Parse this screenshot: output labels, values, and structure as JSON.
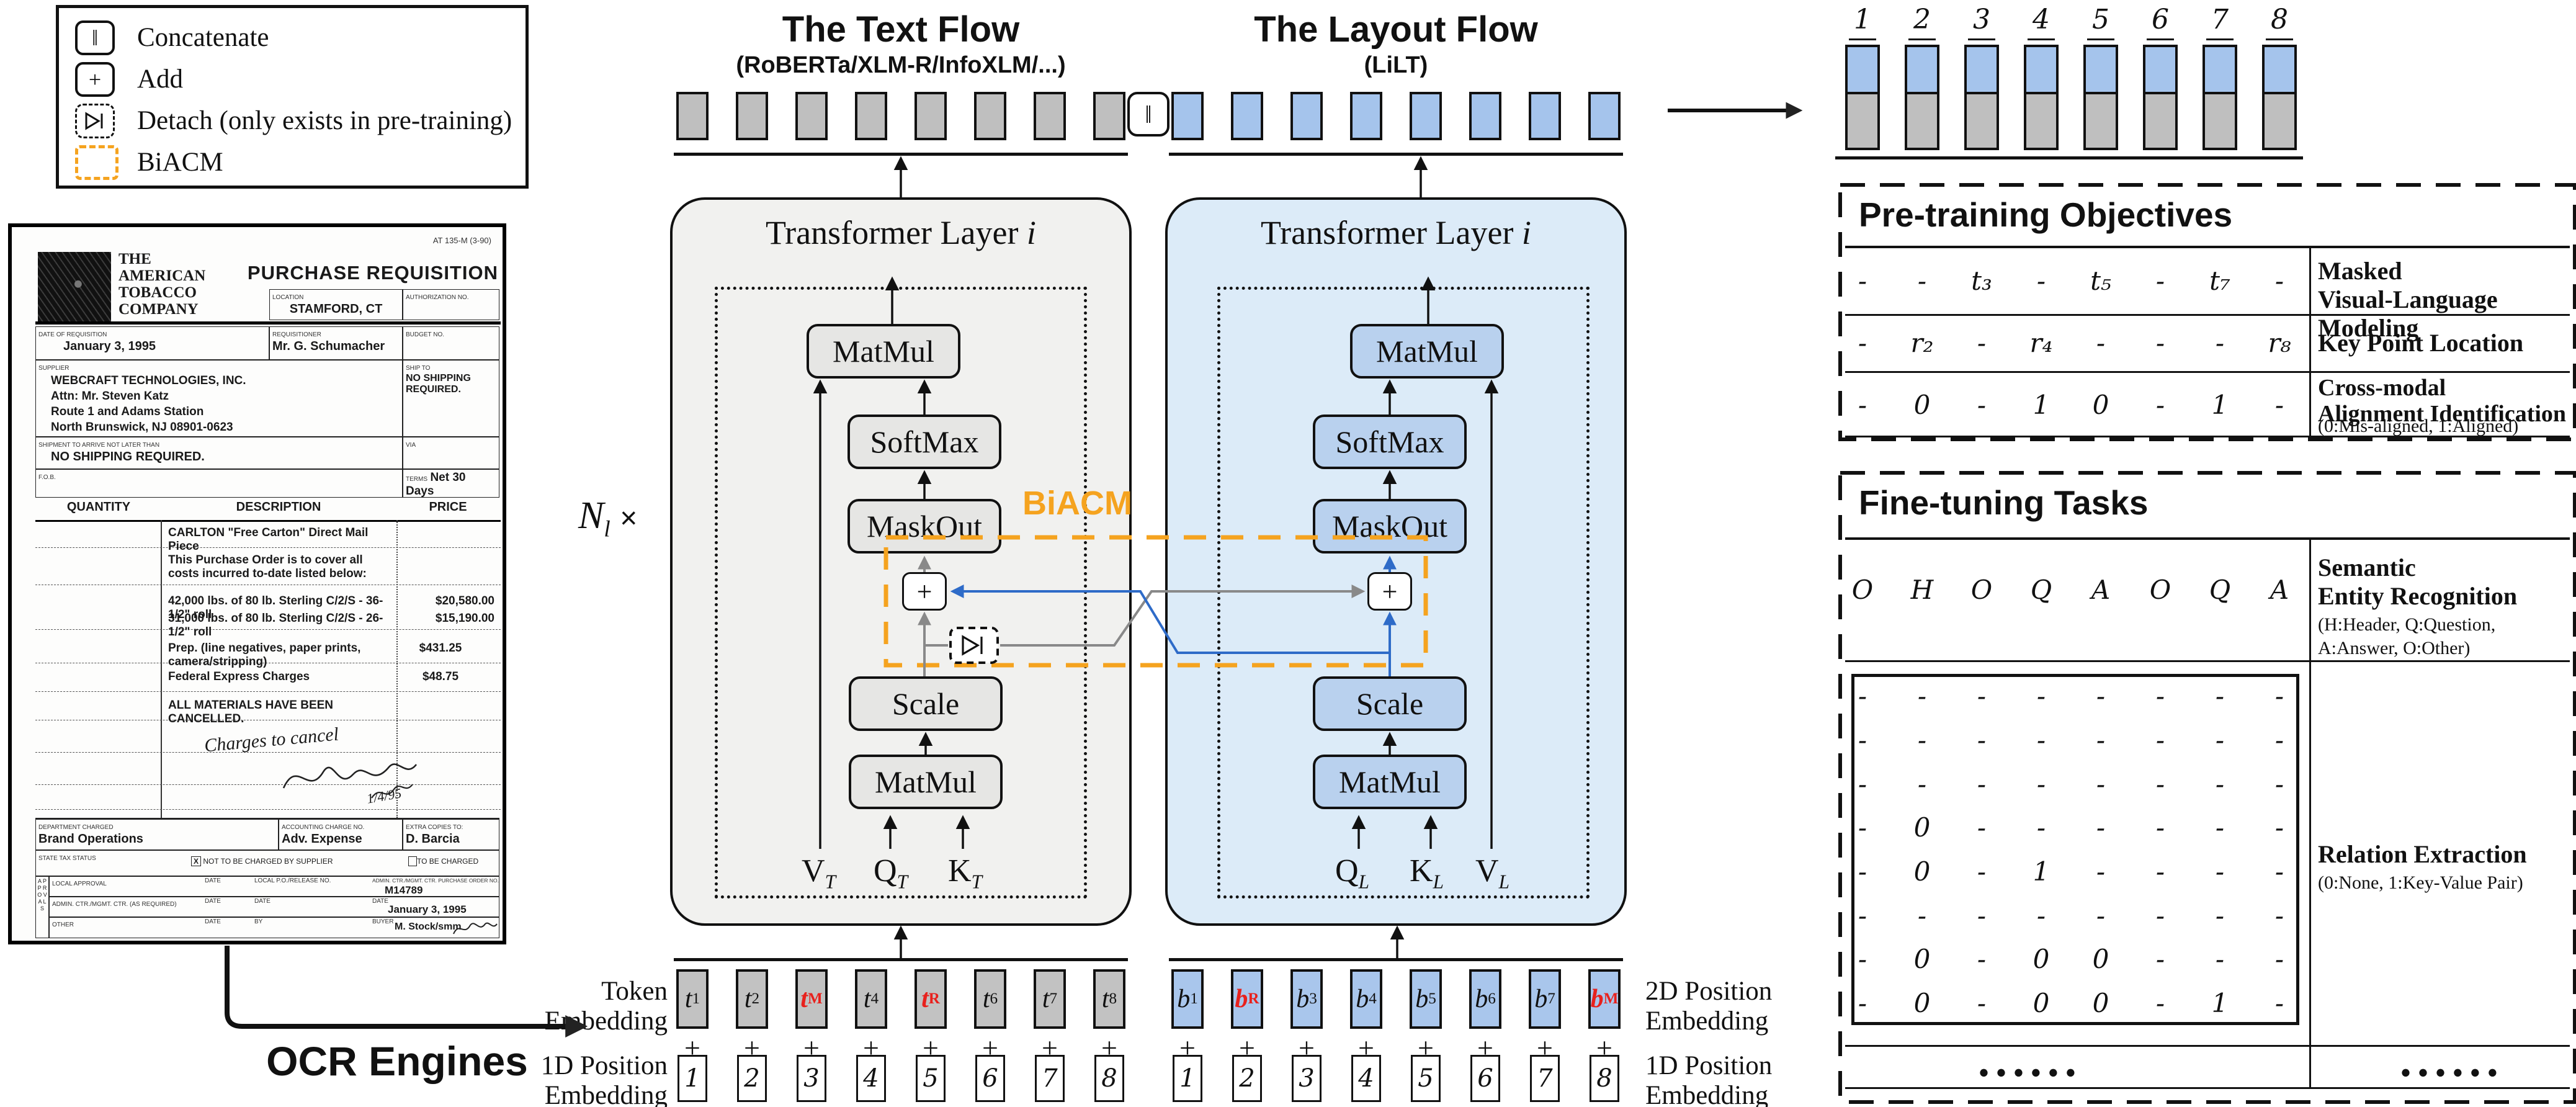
{
  "colors": {
    "accent_orange": "#F5A31F",
    "blue_line": "#2E6BC8",
    "gray_line": "#898989",
    "bar_gray": "#BFBFBF",
    "bar_blue": "#A5C4EC",
    "flow_gray_bg": "#F1F1EF",
    "flow_blue_bg": "#DCEBF8",
    "op_gray": "#E6E6E4",
    "op_blue": "#B9D1EE",
    "token_red": "#E8211D"
  },
  "legend": {
    "items": [
      {
        "icon": "concatenate-icon",
        "symbol": "‖",
        "label": "Concatenate"
      },
      {
        "icon": "add-icon",
        "symbol": "+",
        "label": "Add"
      },
      {
        "icon": "detach-icon",
        "symbol": "▷|",
        "label": "Detach (only exists in pre-training)"
      },
      {
        "icon": "biacm-icon",
        "symbol": "",
        "label": "BiACM"
      }
    ]
  },
  "document": {
    "company_lines": [
      "THE",
      "AMERICAN",
      "TOBACCO",
      "COMPANY"
    ],
    "form_number": "AT 135-M (3-90)",
    "title": "PURCHASE REQUISITION",
    "location_label": "LOCATION",
    "location": "STAMFORD, CT",
    "authorization_label": "AUTHORIZATION NO.",
    "budget_label": "BUDGET NO.",
    "date_label": "DATE OF REQUISITION",
    "date": "January 3, 1995",
    "requisitioner_label": "REQUISITIONER",
    "requisitioner": "Mr. G. Schumacher",
    "supplier_label": "SUPPLIER",
    "supplier_lines": [
      "WEBCRAFT TECHNOLOGIES, INC.",
      "Attn: Mr. Steven Katz",
      "Route 1 and Adams Station",
      "North Brunswick, NJ 08901-0623"
    ],
    "ship_to_label": "SHIP TO",
    "ship_to": "NO SHIPPING REQUIRED.",
    "arrive_label": "SHIPMENT TO ARRIVE NOT LATER THAN",
    "arrive": "NO SHIPPING REQUIRED.",
    "via_label": "VIA",
    "fob_label": "F.O.B.",
    "terms_label": "TERMS",
    "terms": "Net 30 Days",
    "col_quantity": "QUANTITY",
    "col_description": "DESCRIPTION",
    "col_price": "PRICE",
    "items": [
      {
        "desc": "CARLTON \"Free Carton\" Direct Mail Piece",
        "price": ""
      },
      {
        "desc": "This Purchase Order is to cover all costs incurred to-date listed below:",
        "price": ""
      },
      {
        "desc": "42,000 lbs. of 80 lb. Sterling C/2/S - 36-1/2\" roll",
        "price": "$20,580.00"
      },
      {
        "desc": "31,000 lbs. of 80 lb. Sterling C/2/S - 26-1/2\" roll",
        "price": "$15,190.00"
      },
      {
        "desc": "Prep. (line negatives, paper prints, camera/stripping)",
        "price": "$431.25"
      },
      {
        "desc": "Federal Express Charges",
        "price": "$48.75"
      },
      {
        "desc": "ALL MATERIALS HAVE BEEN CANCELLED.",
        "price": ""
      }
    ],
    "handwriting": "Charges to cancel",
    "handwriting_date": "1/4/95",
    "dept_label": "DEPARTMENT CHARGED",
    "dept": "Brand Operations",
    "acct_label": "ACCOUNTING CHARGE NO.",
    "acct": "Adv. Expense",
    "copies_label": "EXTRA COPIES TO:",
    "copies": "D. Barcia",
    "tax_label": "STATE TAX STATUS",
    "tax_x": "X",
    "tax_not_charged": "NOT TO BE CHARGED BY SUPPLIER",
    "tax_to_be": "TO BE CHARGED",
    "approvals_word": "APPROVALS",
    "approval_rows": [
      {
        "c1": "LOCAL APPROVAL",
        "c2": "DATE",
        "c3": "LOCAL P.O./RELEASE NO.",
        "c4": "ADMIN. CTR./MGMT. CTR. PURCHASE ORDER NO.",
        "v4": "M14789"
      },
      {
        "c1": "ADMIN. CTR./MGMT. CTR. (AS REQUIRED)",
        "c2": "DATE",
        "c3": "DATE",
        "c4": "DATE",
        "v4": "January 3, 1995"
      },
      {
        "c1": "OTHER",
        "c2": "DATE",
        "c3": "BY",
        "c4": "BUYER",
        "v4": "M. Stock/smm"
      }
    ]
  },
  "ocr": {
    "label": "OCR Engines"
  },
  "n_layers": {
    "base": "N",
    "sub": "l",
    "times": "×"
  },
  "text_flow": {
    "title": "The Text Flow",
    "subtitle": "(RoBERTa/XLM-R/InfoXLM/...)",
    "layer_title": "Transformer Layer",
    "layer_title_i": "i",
    "matmul_top": "MatMul",
    "softmax": "SoftMax",
    "maskout": "MaskOut",
    "plus": "+",
    "scale": "Scale",
    "matmul_bottom": "MatMul",
    "v": {
      "base": "V",
      "sub": "T"
    },
    "q": {
      "base": "Q",
      "sub": "T"
    },
    "k": {
      "base": "K",
      "sub": "T"
    }
  },
  "layout_flow": {
    "title": "The Layout Flow",
    "subtitle": "(LiLT)",
    "layer_title": "Transformer Layer",
    "layer_title_i": "i",
    "matmul_top": "MatMul",
    "softmax": "SoftMax",
    "maskout": "MaskOut",
    "plus": "+",
    "scale": "Scale",
    "matmul_bottom": "MatMul",
    "q": {
      "base": "Q",
      "sub": "L"
    },
    "k": {
      "base": "K",
      "sub": "L"
    },
    "v": {
      "base": "V",
      "sub": "L"
    }
  },
  "biacm_label": "BiACM",
  "concat_symbol": "‖",
  "embeddings": {
    "token_label_lines": [
      "Token",
      "Embedding"
    ],
    "pos1d_label_lines": [
      "1D Position",
      "Embedding"
    ],
    "pos2d_label_lines": [
      "2D Position",
      "Embedding"
    ],
    "pos1d_right_label_lines": [
      "1D Position",
      "Embedding"
    ],
    "text_tokens": [
      {
        "base": "t",
        "sub": "1",
        "red": false
      },
      {
        "base": "t",
        "sub": "2",
        "red": false
      },
      {
        "base": "t",
        "sub": "M",
        "red": true
      },
      {
        "base": "t",
        "sub": "4",
        "red": false
      },
      {
        "base": "t",
        "sub": "R",
        "red": true
      },
      {
        "base": "t",
        "sub": "6",
        "red": false
      },
      {
        "base": "t",
        "sub": "7",
        "red": false
      },
      {
        "base": "t",
        "sub": "8",
        "red": false
      }
    ],
    "layout_tokens": [
      {
        "base": "b",
        "sub": "1",
        "red": false
      },
      {
        "base": "b",
        "sub": "R",
        "red": true
      },
      {
        "base": "b",
        "sub": "3",
        "red": false
      },
      {
        "base": "b",
        "sub": "4",
        "red": false
      },
      {
        "base": "b",
        "sub": "5",
        "red": false
      },
      {
        "base": "b",
        "sub": "6",
        "red": false
      },
      {
        "base": "b",
        "sub": "7",
        "red": false
      },
      {
        "base": "b",
        "sub": "M",
        "red": true
      }
    ],
    "plus_row": [
      "+",
      "+",
      "+",
      "+",
      "+",
      "+",
      "+",
      "+"
    ],
    "positions": [
      "1",
      "2",
      "3",
      "4",
      "5",
      "6",
      "7",
      "8"
    ]
  },
  "output": {
    "positions": [
      "1",
      "2",
      "3",
      "4",
      "5",
      "6",
      "7",
      "8"
    ]
  },
  "pretraining": {
    "title": "Pre-training Objectives",
    "rows": [
      {
        "values": [
          "-",
          "-",
          "t₃",
          "-",
          "t₅",
          "-",
          "t₇",
          "-"
        ],
        "label_lines": [
          "Masked",
          "Visual-Language Modeling"
        ],
        "note": ""
      },
      {
        "values": [
          "-",
          "r₂",
          "-",
          "r₄",
          "-",
          "-",
          "-",
          "r₈"
        ],
        "label_lines": [
          "Key Point Location"
        ],
        "note": ""
      },
      {
        "values": [
          "-",
          "0",
          "-",
          "1",
          "0",
          "-",
          "1",
          "-"
        ],
        "label_lines": [
          "Cross-modal",
          "Alignment Identification"
        ],
        "note": "(0:Mis-aligned, 1:Aligned)"
      }
    ]
  },
  "finetuning": {
    "title": "Fine-tuning Tasks",
    "ser_values": [
      "O",
      "H",
      "O",
      "Q",
      "A",
      "O",
      "Q",
      "A"
    ],
    "ser_label_lines": [
      "Semantic",
      "Entity Recognition"
    ],
    "ser_note_lines": [
      "(H:Header, Q:Question,",
      "A:Answer, O:Other)"
    ],
    "matrix": [
      [
        "-",
        "-",
        "-",
        "-",
        "-",
        "-",
        "-",
        "-"
      ],
      [
        "-",
        "-",
        "-",
        "-",
        "-",
        "-",
        "-",
        "-"
      ],
      [
        "-",
        "-",
        "-",
        "-",
        "-",
        "-",
        "-",
        "-"
      ],
      [
        "-",
        "0",
        "-",
        "-",
        "-",
        "-",
        "-",
        "-"
      ],
      [
        "-",
        "0",
        "-",
        "1",
        "-",
        "-",
        "-",
        "-"
      ],
      [
        "-",
        "-",
        "-",
        "-",
        "-",
        "-",
        "-",
        "-"
      ],
      [
        "-",
        "0",
        "-",
        "0",
        "0",
        "-",
        "-",
        "-"
      ],
      [
        "-",
        "0",
        "-",
        "0",
        "0",
        "-",
        "1",
        "-"
      ]
    ],
    "re_label": "Relation Extraction",
    "re_note": "(0:None, 1:Key-Value Pair)",
    "dots_left": "······",
    "dots_right": "······"
  }
}
